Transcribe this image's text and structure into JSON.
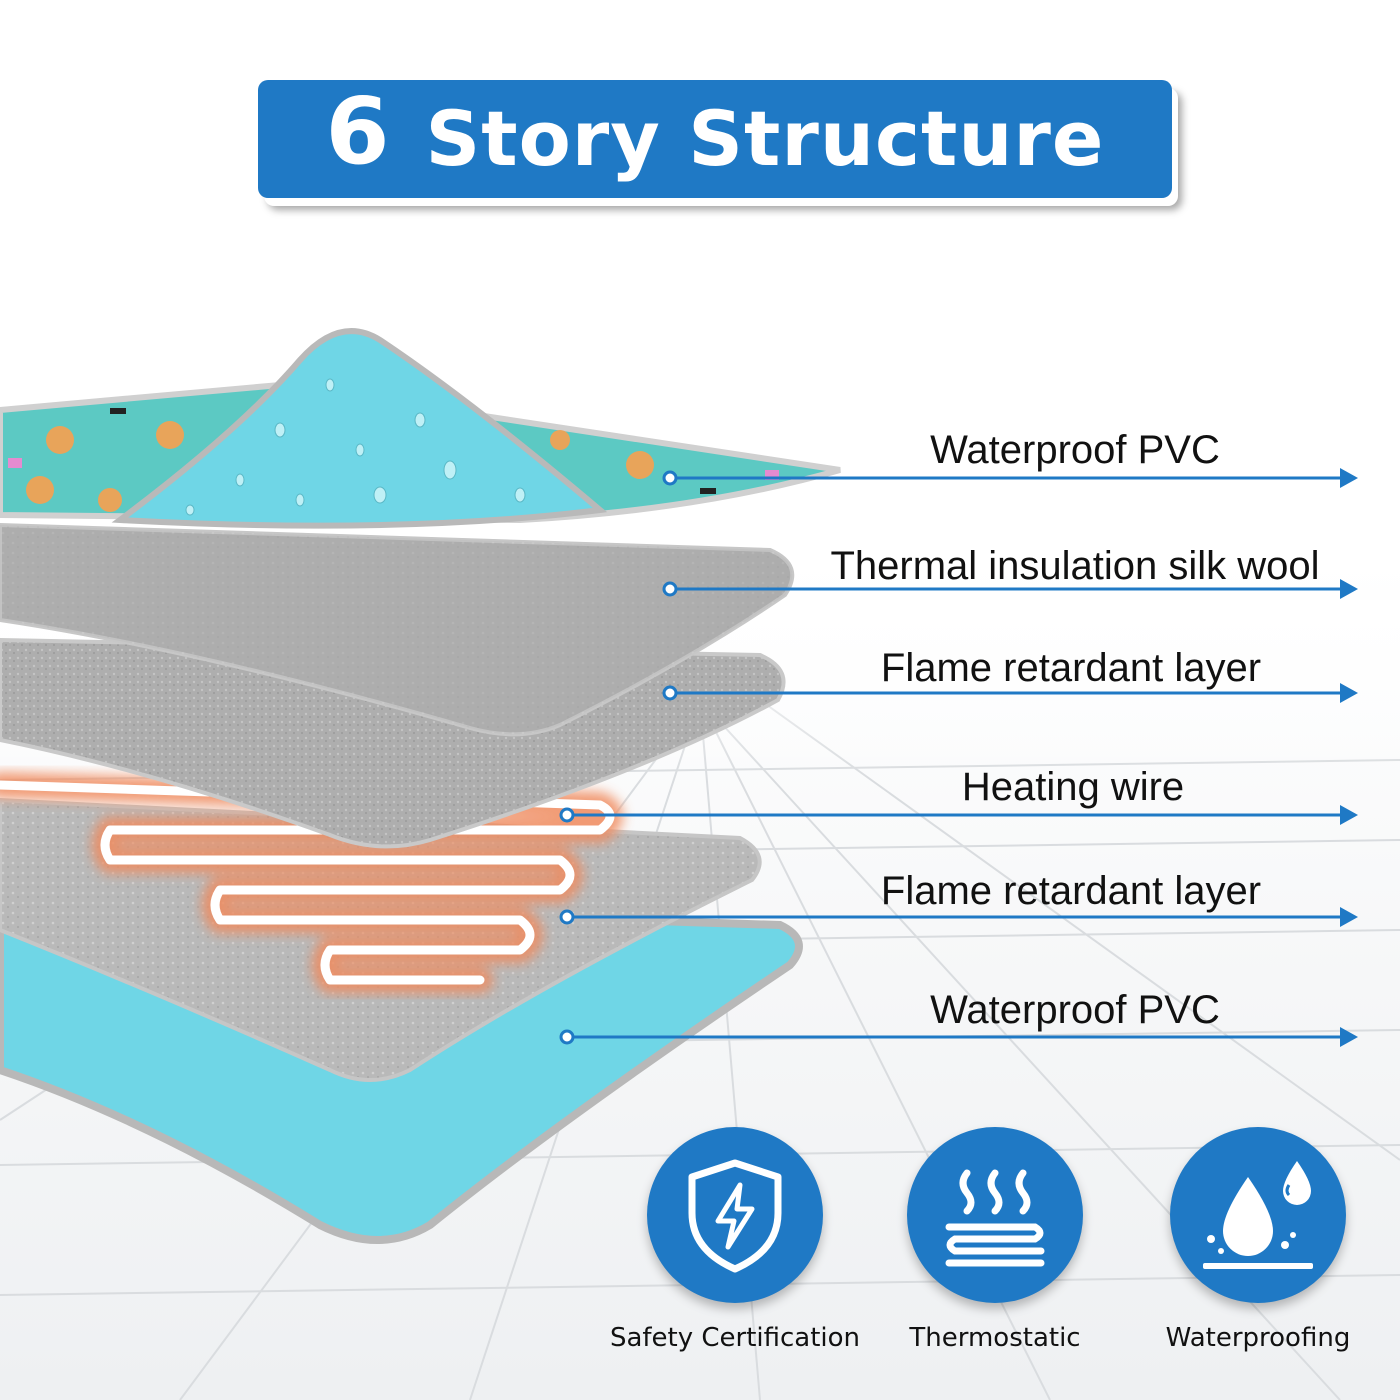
{
  "title": {
    "number": "6",
    "text": "Story Structure"
  },
  "layers": [
    {
      "label": "Waterproof PVC"
    },
    {
      "label": "Thermal insulation silk wool"
    },
    {
      "label": "Flame retardant layer"
    },
    {
      "label": "Heating wire"
    },
    {
      "label": "Flame retardant layer"
    },
    {
      "label": "Waterproof PVC"
    }
  ],
  "features": [
    {
      "label": "Safety Certification",
      "icon": "shield-lightning-icon"
    },
    {
      "label": "Thermostatic",
      "icon": "heat-waves-icon"
    },
    {
      "label": "Waterproofing",
      "icon": "water-drops-icon"
    }
  ],
  "colors": {
    "accent_blue": "#1f79c5",
    "pvc_cyan": "#6fd6e6",
    "pattern_teal": "#5cc9c3",
    "felt_gray": "#a8a8a8",
    "heat_orange": "#f08a5d"
  }
}
